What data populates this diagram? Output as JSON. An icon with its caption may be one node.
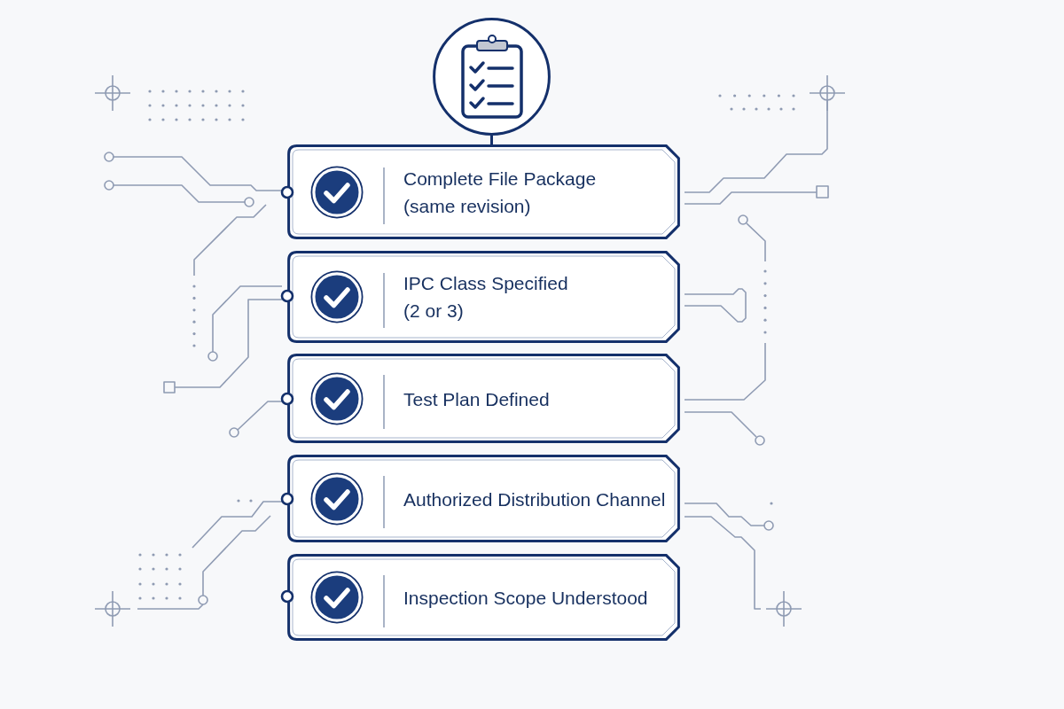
{
  "diagram": {
    "nodes": [
      {
        "text": [],
        "shape": "circle"
      },
      {
        "text": [
          "Complete File Package (same revision)"
        ]
      },
      {
        "text": [
          "IPC Class Specified (2 or 3)"
        ]
      },
      {
        "text": [
          "Test Plan Defined"
        ]
      },
      {
        "text": [
          "Authorized Distribution Channel"
        ]
      },
      {
        "text": [
          "Inspection Scope Understood"
        ]
      }
    ],
    "edges": [
      {
        "from": 0,
        "to": 1,
        "arrow": "none"
      }
    ]
  }
}
